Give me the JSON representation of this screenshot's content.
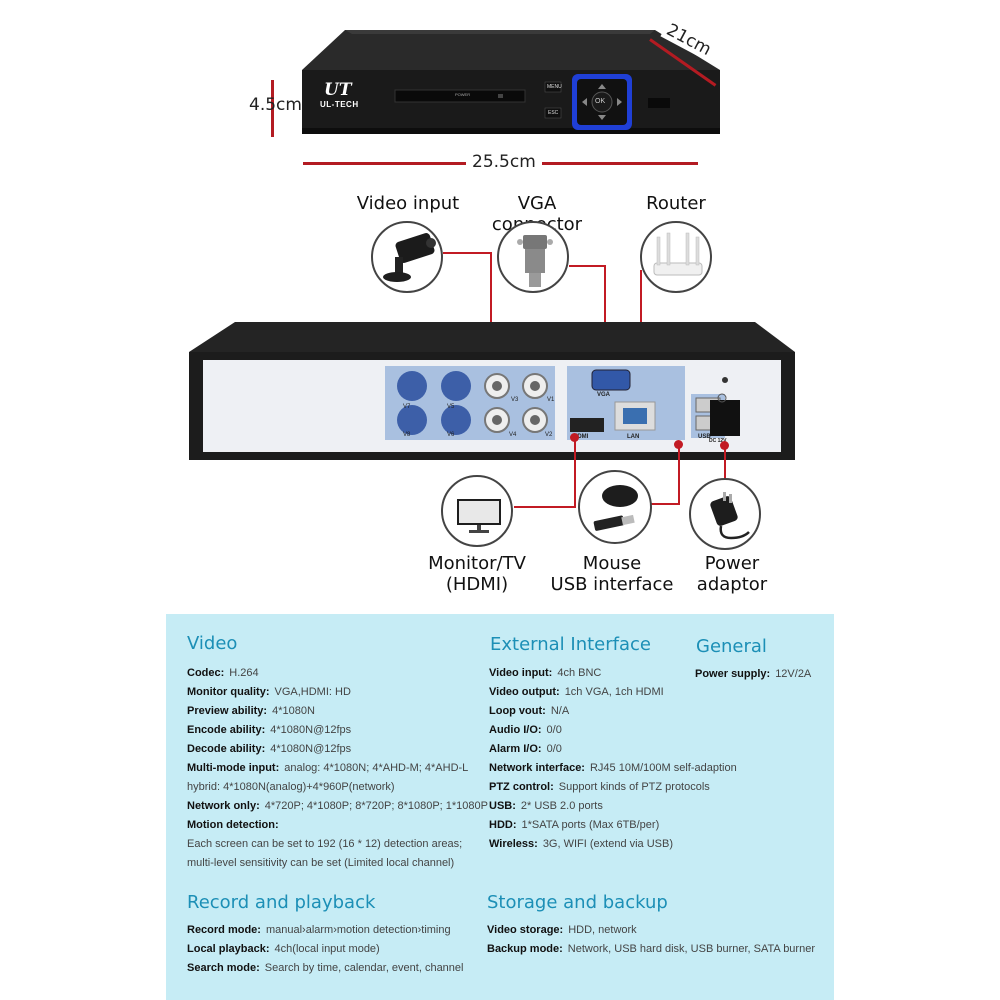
{
  "front": {
    "brand": "UL-TECH",
    "logo": "UT",
    "power_label": "POWER",
    "menu_label": "MENU",
    "esc_label": "ESC",
    "ok_label": "OK"
  },
  "dimensions": {
    "height": "4.5cm",
    "width": "25.5cm",
    "depth": "21cm"
  },
  "rear": {
    "ports": [
      "V7",
      "V5",
      "V3",
      "V1",
      "V8",
      "V6",
      "V4",
      "V2"
    ],
    "vga": "VGA",
    "hdmi": "HDMI",
    "lan": "LAN",
    "usb": "USB",
    "dc": "DC 12V"
  },
  "connections": {
    "video_input": "Video input",
    "vga_connector": "VGA connector",
    "router": "Router",
    "monitor_line1": "Monitor/TV",
    "monitor_line2": "(HDMI)",
    "mouse_line1": "Mouse",
    "mouse_line2": "USB interface",
    "power_line1": "Power",
    "power_line2": "adaptor"
  },
  "specs": {
    "video": {
      "title": "Video",
      "rows": [
        {
          "k": "Codec:",
          "v": "H.264"
        },
        {
          "k": "Monitor quality:",
          "v": "VGA,HDMI: HD"
        },
        {
          "k": "Preview ability:",
          "v": "4*1080N"
        },
        {
          "k": "Encode ability:",
          "v": "4*1080N@12fps"
        },
        {
          "k": "Decode ability:",
          "v": "4*1080N@12fps"
        },
        {
          "k": "Multi-mode input:",
          "v": "analog: 4*1080N; 4*AHD-M; 4*AHD-L"
        },
        {
          "k": "",
          "v": "hybrid: 4*1080N(analog)+4*960P(network)"
        },
        {
          "k": "Network only:",
          "v": "4*720P; 4*1080P; 8*720P; 8*1080P; 1*1080P"
        },
        {
          "k": "Motion detection:",
          "v": ""
        },
        {
          "k": "",
          "v": "Each screen can be set to 192 (16 * 12) detection areas;"
        },
        {
          "k": "",
          "v": "multi-level sensitivity can be set (Limited local channel)"
        }
      ]
    },
    "external": {
      "title": "External Interface",
      "rows": [
        {
          "k": "Video input:",
          "v": "4ch BNC"
        },
        {
          "k": "Video output:",
          "v": "1ch VGA, 1ch HDMI"
        },
        {
          "k": "Loop vout:",
          "v": "N/A"
        },
        {
          "k": "Audio I/O:",
          "v": "0/0"
        },
        {
          "k": "Alarm I/O:",
          "v": "0/0"
        },
        {
          "k": "Network interface:",
          "v": "RJ45 10M/100M self-adaption"
        },
        {
          "k": "PTZ control:",
          "v": "Support kinds of PTZ protocols"
        },
        {
          "k": "USB:",
          "v": "2* USB 2.0 ports"
        },
        {
          "k": "HDD:",
          "v": "1*SATA ports (Max 6TB/per)"
        },
        {
          "k": "Wireless:",
          "v": "3G, WIFI (extend via USB)"
        }
      ]
    },
    "general": {
      "title": "General",
      "rows": [
        {
          "k": "Power supply:",
          "v": "12V/2A"
        }
      ]
    },
    "record": {
      "title": "Record and playback",
      "rows": [
        {
          "k": "Record mode:",
          "v": "manual›alarm›motion detection›timing"
        },
        {
          "k": "Local playback:",
          "v": "4ch(local input mode)"
        },
        {
          "k": "Search mode:",
          "v": "Search by time, calendar, event, channel"
        }
      ]
    },
    "storage": {
      "title": "Storage and backup",
      "rows": [
        {
          "k": "Video storage:",
          "v": "HDD, network"
        },
        {
          "k": "Backup mode:",
          "v": "Network, USB hard disk, USB burner, SATA burner"
        }
      ]
    }
  },
  "colors": {
    "accent": "#1c8fb6",
    "panel": "#c6ecf5",
    "line": "#c21b24"
  }
}
